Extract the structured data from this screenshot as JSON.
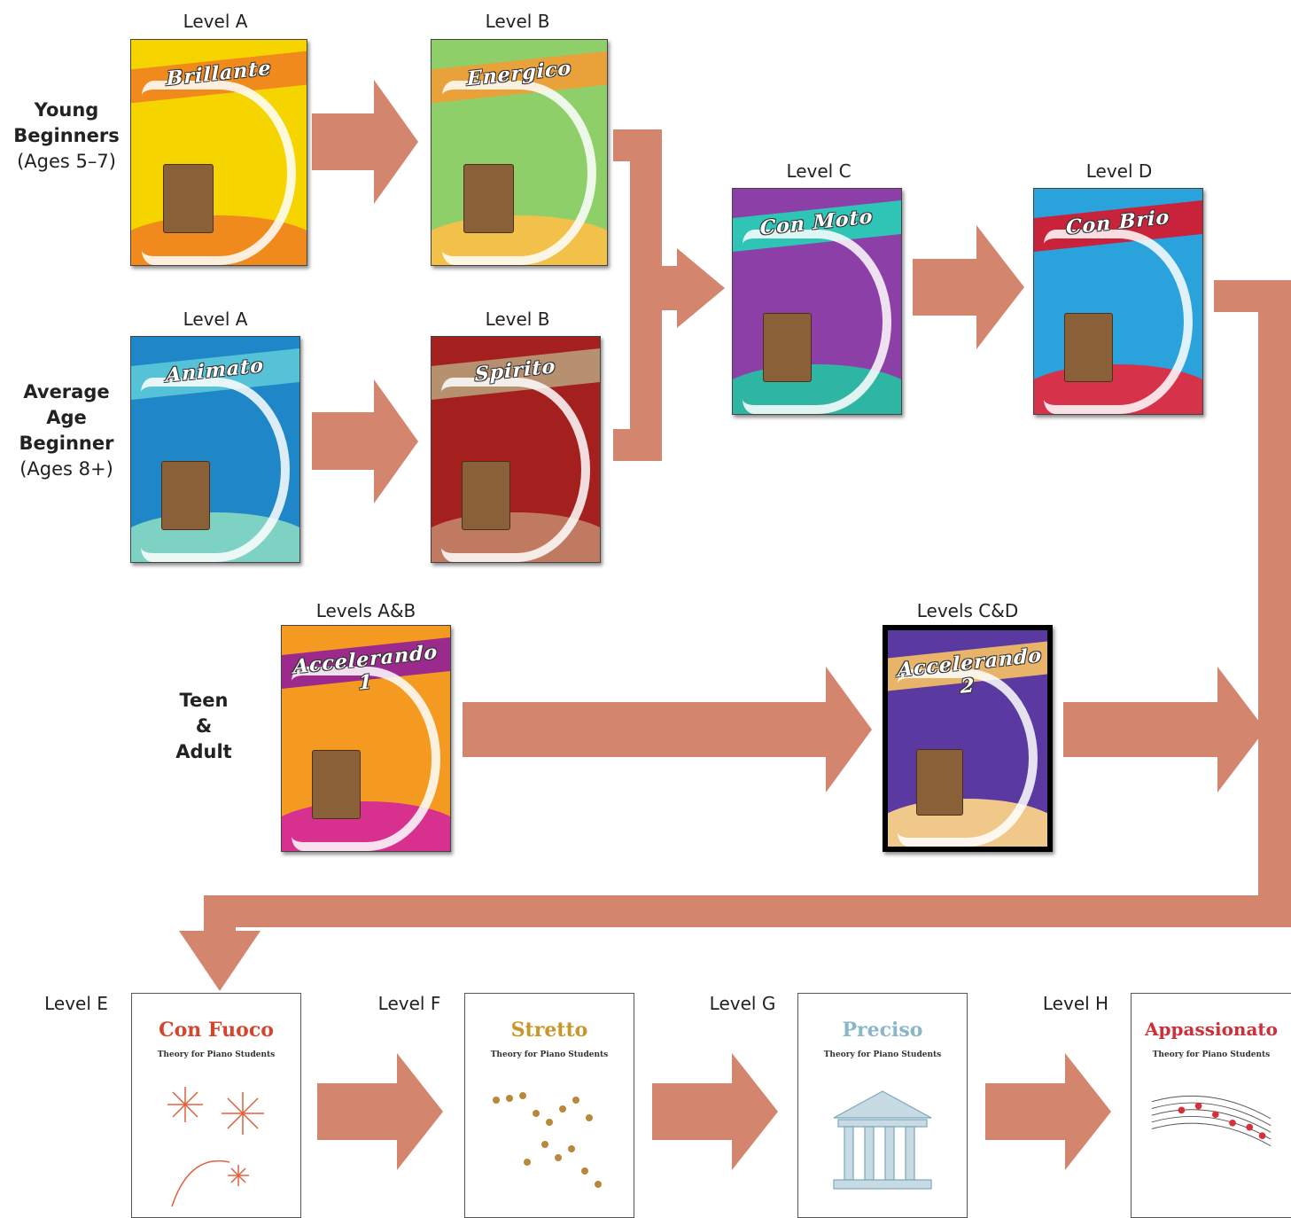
{
  "groups": [
    {
      "bold_lines": [
        "Young",
        "Beginners"
      ],
      "sub": "(Ages 5–7)"
    },
    {
      "bold_lines": [
        "Average",
        "Age",
        "Beginner"
      ],
      "sub": "(Ages 8+)"
    },
    {
      "bold_lines": [
        "Teen",
        "&",
        "Adult"
      ],
      "sub": ""
    }
  ],
  "level_labels": {
    "young_a": "Level A",
    "young_b": "Level B",
    "avg_a": "Level A",
    "avg_b": "Level B",
    "c": "Level C",
    "d": "Level D",
    "teen_ab": "Levels A&B",
    "teen_cd": "Levels C&D",
    "e": "Level E",
    "f": "Level F",
    "g": "Level G",
    "h": "Level H"
  },
  "books": {
    "brillante": {
      "cover_title": "Brillante",
      "colors": {
        "bg": "#f6d400",
        "band": "#f08a1c",
        "floor": "#f08a1c"
      }
    },
    "energico": {
      "cover_title": "Energico",
      "colors": {
        "bg": "#8fcf6a",
        "band": "#e9a23a",
        "floor": "#f2c14a"
      }
    },
    "animato": {
      "cover_title": "Animato",
      "colors": {
        "bg": "#1f86c8",
        "band": "#56c2d8",
        "floor": "#7ed2c3"
      }
    },
    "spirito": {
      "cover_title": "Spirito",
      "colors": {
        "bg": "#a3201e",
        "band": "#b79070",
        "floor": "#c07a62"
      }
    },
    "con_moto": {
      "cover_title": "Con Moto",
      "colors": {
        "bg": "#8d3fa8",
        "band": "#2ec4b6",
        "floor": "#2fb5a3"
      }
    },
    "con_brio": {
      "cover_title": "Con Brio",
      "colors": {
        "bg": "#2aa2dc",
        "band": "#c8233b",
        "floor": "#d6334a"
      }
    },
    "accelerando_1": {
      "cover_title": "Accelerando 1",
      "colors": {
        "bg": "#f59a21",
        "band": "#9c2a8c",
        "floor": "#d8308f"
      }
    },
    "accelerando_2": {
      "cover_title": "Accelerando 2",
      "colors": {
        "bg": "#5a3aa0",
        "band": "#e8b46a",
        "floor": "#f0c98a"
      }
    },
    "con_fuoco": {
      "cover_title": "Con Fuoco",
      "subtitle": "Theory for Piano Students",
      "colors": {
        "title": "#d2452e",
        "decor": "#e0603e"
      }
    },
    "stretto": {
      "cover_title": "Stretto",
      "subtitle": "Theory for Piano Students",
      "colors": {
        "title": "#c9962a",
        "decor": "#b8893a"
      }
    },
    "preciso": {
      "cover_title": "Preciso",
      "subtitle": "Theory for Piano Students",
      "colors": {
        "title": "#8ab6c8",
        "decor": "#7aa7bb"
      }
    },
    "appassionato": {
      "cover_title": "Appassionato",
      "subtitle": "Theory for Piano Students",
      "colors": {
        "title": "#cf2e38",
        "decor": "#d6303a"
      }
    }
  },
  "arrow_color": "#d4856e"
}
